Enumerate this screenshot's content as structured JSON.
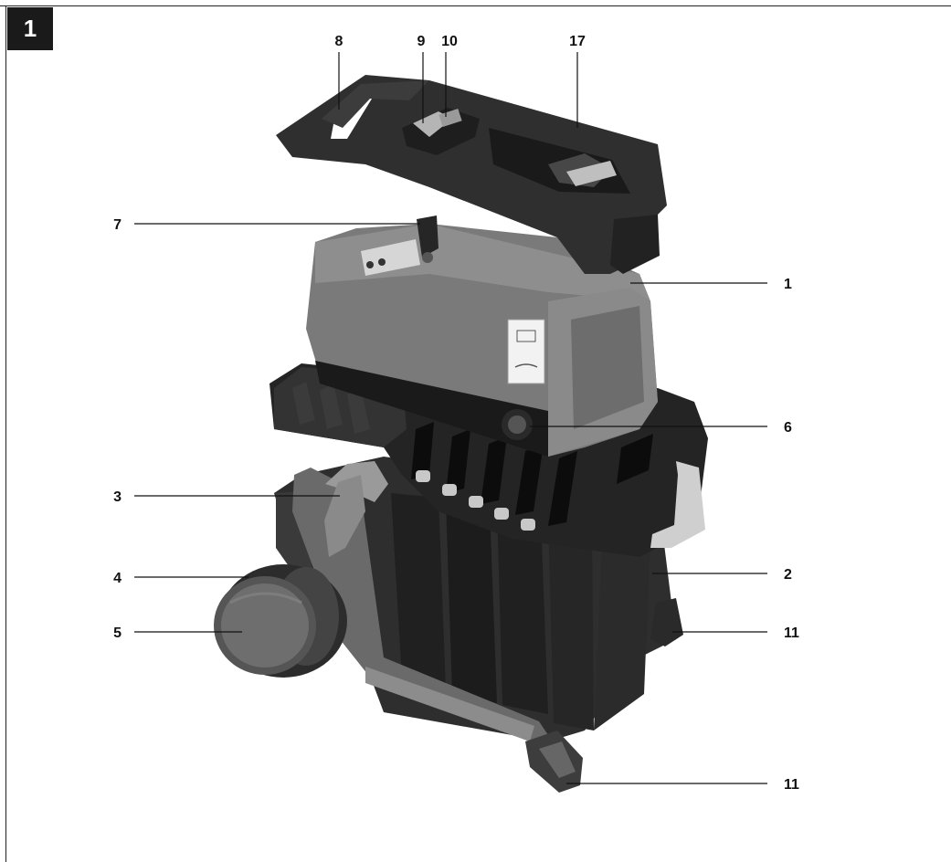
{
  "figure": {
    "number": "1"
  },
  "callouts": [
    {
      "id": "c8",
      "text": "8"
    },
    {
      "id": "c9",
      "text": "9"
    },
    {
      "id": "c10",
      "text": "10"
    },
    {
      "id": "c17",
      "text": "17"
    },
    {
      "id": "c7",
      "text": "7"
    },
    {
      "id": "c1",
      "text": "1"
    },
    {
      "id": "c6",
      "text": "6"
    },
    {
      "id": "c3",
      "text": "3"
    },
    {
      "id": "c2",
      "text": "2"
    },
    {
      "id": "c4",
      "text": "4"
    },
    {
      "id": "c5",
      "text": "5"
    },
    {
      "id": "c11a",
      "text": "11"
    },
    {
      "id": "c11b",
      "text": "11"
    }
  ]
}
